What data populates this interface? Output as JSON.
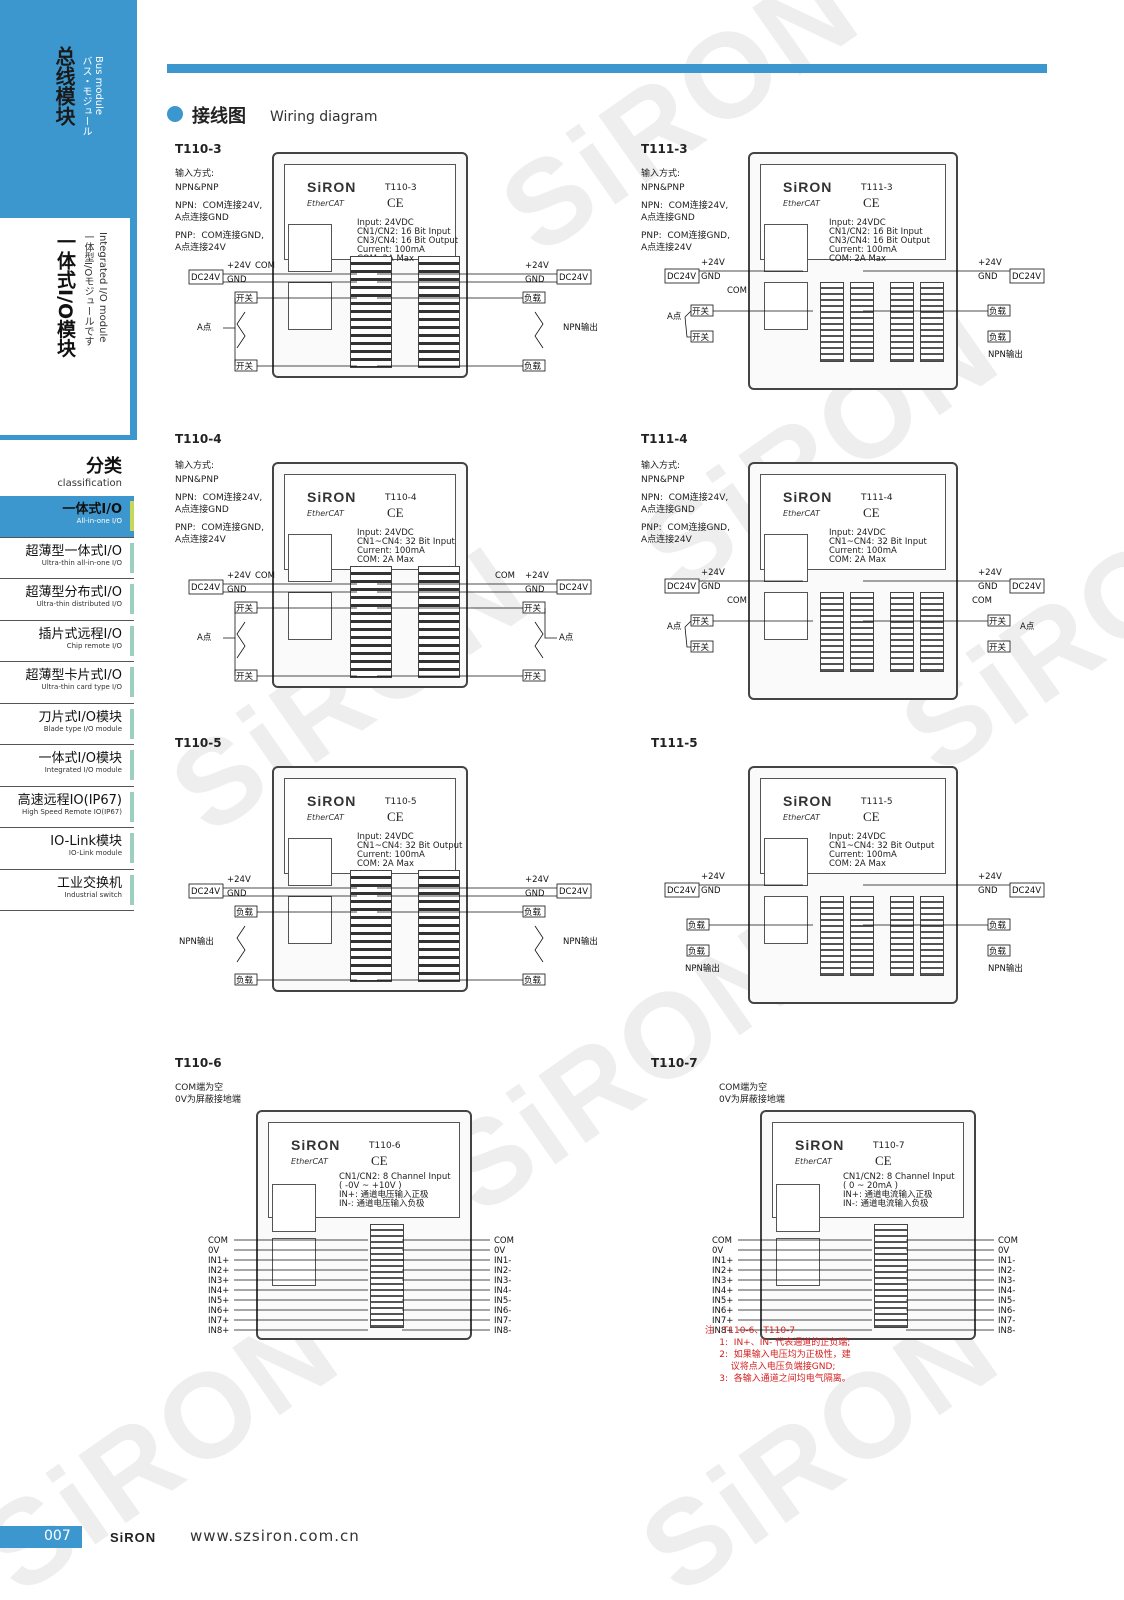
{
  "sidebar": {
    "section_cn": "总线模块",
    "section_en": "Bus module",
    "section_jp": "バス・モジュール",
    "sub_cn": "一体式I/O模块",
    "sub_en": "Integrated I/O module",
    "sub_jp": "一体型I/Oモジュールです",
    "classification_cn": "分类",
    "classification_en": "classification",
    "items": [
      {
        "cn": "一体式I/O",
        "en": "All-in-one I/O",
        "active": true
      },
      {
        "cn": "超薄型一体式I/O",
        "en": "Ultra-thin all-in-one I/O"
      },
      {
        "cn": "超薄型分布式I/O",
        "en": "Ultra-thin distributed I/O"
      },
      {
        "cn": "插片式远程I/O",
        "en": "Chip remote I/O"
      },
      {
        "cn": "超薄型卡片式I/O",
        "en": "Ultra-thin card type I/O"
      },
      {
        "cn": "刀片式I/O模块",
        "en": "Blade type I/O module"
      },
      {
        "cn": "一体式I/O模块",
        "en": "Integrated I/O module"
      },
      {
        "cn": "高速远程IO(IP67)",
        "en": "High Speed Remote IO(IP67)"
      },
      {
        "cn": "IO-Link模块",
        "en": "IO-Link module"
      },
      {
        "cn": "工业交换机",
        "en": "Industrial switch"
      }
    ]
  },
  "header": {
    "title_cn": "接线图",
    "title_en": "Wiring diagram"
  },
  "common": {
    "brand": "SiRON",
    "ethercat": "EtherCAT",
    "ce": "CE",
    "input_mode": "输入方式:",
    "npn_pnp": "NPN&PNP",
    "npn_note": "NPN:  COM连接24V,\nA点连接GND",
    "pnp_note": "PNP:  COM连接GND,\nA点连接24V",
    "com_note": "COM端为空\n0V为屏蔽接地端",
    "dc24v": "DC24V",
    "v24": "+24V",
    "gnd": "GND",
    "com": "COM",
    "switch": "开关",
    "load": "负载",
    "a_point": "A点",
    "npn_out": "NPN输出"
  },
  "modules": [
    {
      "id": "T110-3",
      "spec": "Input: 24VDC\nCN1/CN2: 16 Bit Input\nCN3/CN4: 16 Bit Output\nCurrent: 100mA\nCOM: 2A Max"
    },
    {
      "id": "T111-3",
      "spec": "Input: 24VDC\nCN1/CN2: 16 Bit Input\nCN3/CN4: 16 Bit Output\nCurrent: 100mA\nCOM: 2A Max"
    },
    {
      "id": "T110-4",
      "spec": "Input: 24VDC\nCN1~CN4: 32 Bit Input\nCurrent: 100mA\nCOM: 2A Max"
    },
    {
      "id": "T111-4",
      "spec": "Input: 24VDC\nCN1~CN4: 32 Bit Input\nCurrent: 100mA\nCOM: 2A Max"
    },
    {
      "id": "T110-5",
      "spec": "Input: 24VDC\nCN1~CN4: 32 Bit Output\nCurrent: 100mA\nCOM: 2A Max"
    },
    {
      "id": "T111-5",
      "spec": "Input: 24VDC\nCN1~CN4: 32 Bit Output\nCurrent: 100mA\nCOM: 2A Max"
    },
    {
      "id": "T110-6",
      "spec": "CN1/CN2: 8 Channel Input\n( -0V ~ +10V )\nIN+: 通道电压输入正极\nIN-: 通道电压输入负极"
    },
    {
      "id": "T110-7",
      "spec": "CN1/CN2: 8 Channel Input\n( 0 ~ 20mA )\nIN+: 通道电流输入正极\nIN-: 通道电流输入负极"
    }
  ],
  "pins_left": [
    "COM",
    "0V",
    "IN1+",
    "IN2+",
    "IN3+",
    "IN4+",
    "IN5+",
    "IN6+",
    "IN7+",
    "IN8+"
  ],
  "pins_right": [
    "COM",
    "0V",
    "IN1-",
    "IN2-",
    "IN3-",
    "IN4-",
    "IN5-",
    "IN6-",
    "IN7-",
    "IN8-"
  ],
  "red_note": "注:  T110-6、T110-7\n     1:  IN+、IN- 代表通道的正负端;\n     2:  如果输入电压均为正极性，建\n         议将点入电压负端接GND;\n     3:  各输入通道之间均电气隔离。",
  "footer": {
    "page": "007",
    "logo": "SiRON",
    "url": "www.szsiron.com.cn"
  },
  "colors": {
    "accent": "#3d97cf",
    "active_bar": "#c6d85a",
    "item_bar": "#9ccfbf",
    "note_red": "#d42020"
  }
}
